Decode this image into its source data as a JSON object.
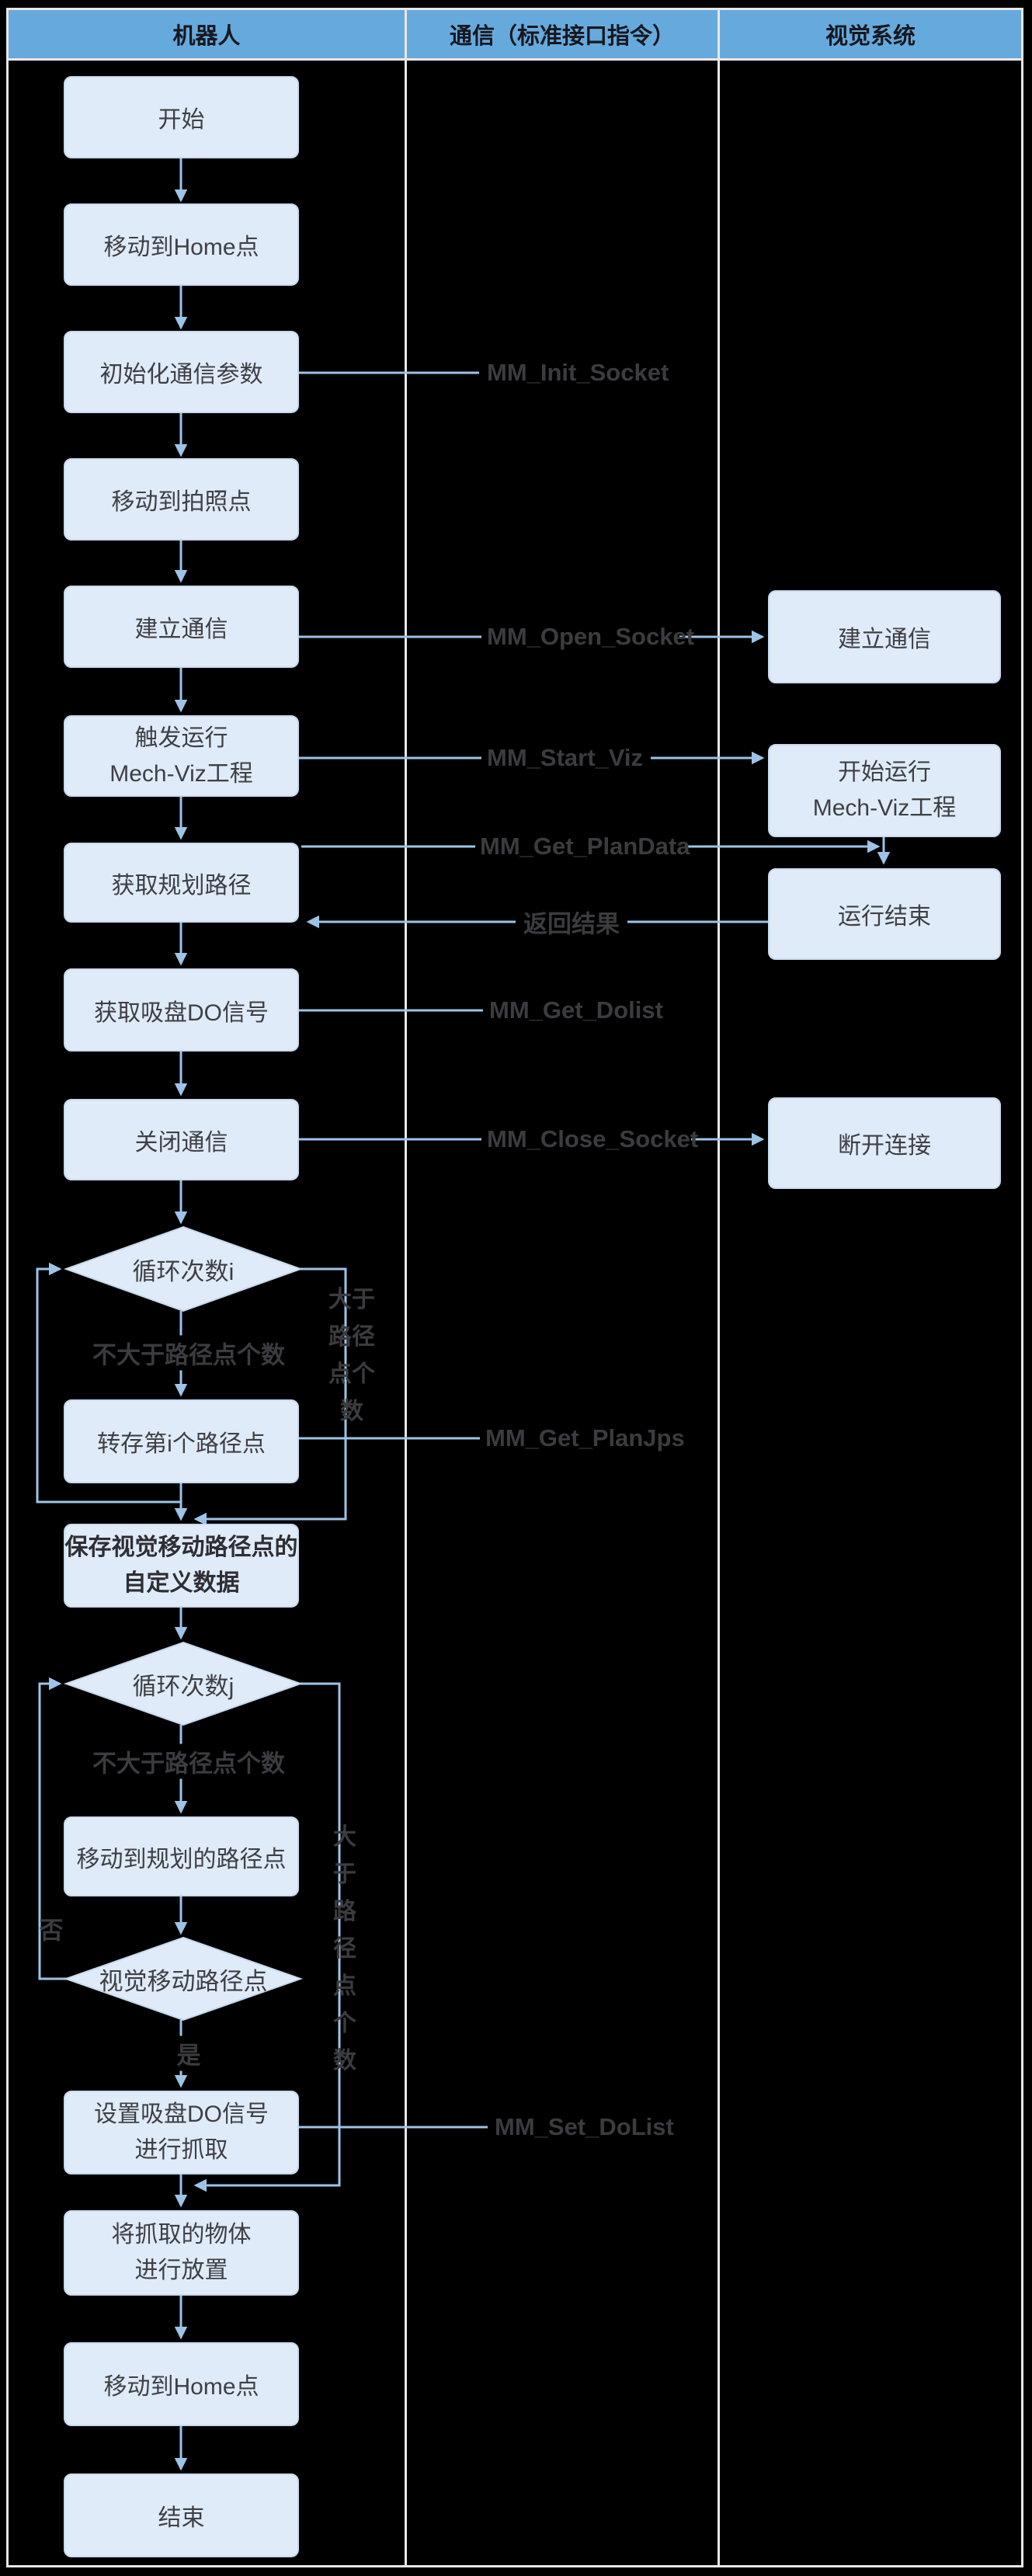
{
  "header": {
    "robot": "机器人",
    "comm": "通信（标准接口指令）",
    "vision": "视觉系统"
  },
  "robot": {
    "start": "开始",
    "move_home_1": "移动到Home点",
    "init_comm": "初始化通信参数",
    "move_photo": "移动到拍照点",
    "establish_comm": "建立通信",
    "trigger_viz": {
      "line1": "触发运行",
      "line2": "Mech-Viz工程"
    },
    "get_plan_path": "获取规划路径",
    "get_do_signal": "获取吸盘DO信号",
    "close_comm": "关闭通信",
    "loop_i": "循环次数i",
    "loop_i_le": "不大于路径点个数",
    "loop_i_gt": [
      "大于",
      "路径",
      "点个",
      "数"
    ],
    "save_point_i": "转存第i个路径点",
    "save_custom": {
      "line1": "保存视觉移动路径点的",
      "line2": "自定义数据"
    },
    "loop_j": "循环次数j",
    "loop_j_le": "不大于路径点个数",
    "loop_j_gt": [
      "大",
      "于",
      "路",
      "径",
      "点",
      "个",
      "数"
    ],
    "move_planned": "移动到规划的路径点",
    "vision_check": "视觉移动路径点",
    "no": "否",
    "yes": "是",
    "set_do": {
      "line1": "设置吸盘DO信号",
      "line2": "进行抓取"
    },
    "place": {
      "line1": "将抓取的物体",
      "line2": "进行放置"
    },
    "move_home_2": "移动到Home点",
    "end": "结束"
  },
  "comm": {
    "init_socket": "MM_Init_Socket",
    "open_socket": "MM_Open_Socket",
    "start_viz": "MM_Start_Viz",
    "get_plandata": "MM_Get_PlanData",
    "return_result": "返回结果",
    "get_dolist": "MM_Get_Dolist",
    "close_socket": "MM_Close_Socket",
    "get_planjps": "MM_Get_PlanJps",
    "set_dolist": "MM_Set_DoList"
  },
  "vision": {
    "establish_comm": "建立通信",
    "start_viz": {
      "line1": "开始运行",
      "line2": "Mech-Viz工程"
    },
    "run_end": "运行结束",
    "disconnect": "断开连接"
  },
  "colors": {
    "background": "#000000",
    "header_bg": "#66aadd",
    "grid_line": "#e9e7e6",
    "node_fill": "#dfebf8",
    "node_border": "#c9daec",
    "arrow": "#9dc3e6",
    "label_text": "#3b3b40"
  }
}
